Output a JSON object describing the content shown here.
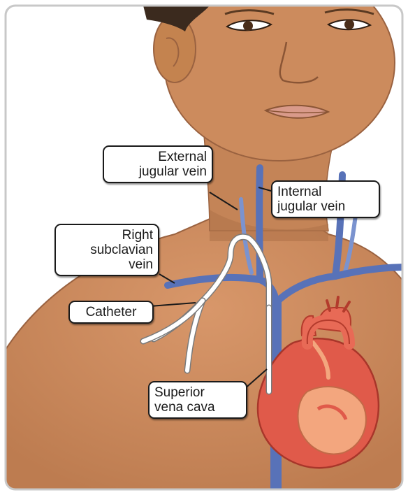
{
  "colors": {
    "skin": "#c8875a",
    "skin_dark": "#a96d45",
    "hair": "#3b2a1e",
    "vein": "#5872b8",
    "vein_light": "#7b93cf",
    "heart": "#e05a4a",
    "heart_light": "#f3a67e",
    "catheter": "#ffffff",
    "outline": "#1a1a1a"
  },
  "labels": {
    "external_jugular": [
      "External",
      "jugular vein"
    ],
    "internal_jugular": [
      "Internal",
      "jugular vein"
    ],
    "right_subclavian": [
      "Right",
      "subclavian",
      "vein"
    ],
    "catheter": [
      "Catheter"
    ],
    "superior_vena_cava": [
      "Superior",
      "vena cava"
    ]
  }
}
